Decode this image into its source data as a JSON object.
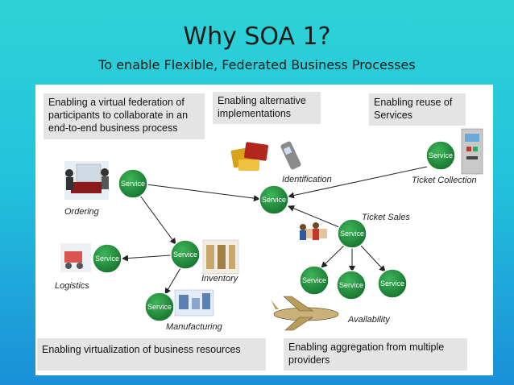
{
  "slide": {
    "title": "Why SOA 1?",
    "subtitle": "To enable Flexible, Federated Business Processes"
  },
  "notes": {
    "federation": "Enabling a virtual federation of participants to collaborate in an end-to-end business process",
    "alternative": "Enabling alternative implementations",
    "reuse": "Enabling reuse of Services",
    "virtualization": "Enabling virtualization of business resources",
    "aggregation": "Enabling aggregation from multiple providers"
  },
  "labels": {
    "ordering": "Ordering",
    "identification": "Identification",
    "ticket_collection": "Ticket Collection",
    "ticket_sales": "Ticket Sales",
    "logistics": "Logistics",
    "inventory": "Inventory",
    "manufacturing": "Manufacturing",
    "availability": "Availability"
  },
  "service_label": "Service",
  "colors": {
    "node_fill": "#1f8a3b",
    "node_border": "#ffffff",
    "edge": "#222222",
    "note_bg": "#e4e4e4",
    "panel_bg": "#ffffff"
  }
}
